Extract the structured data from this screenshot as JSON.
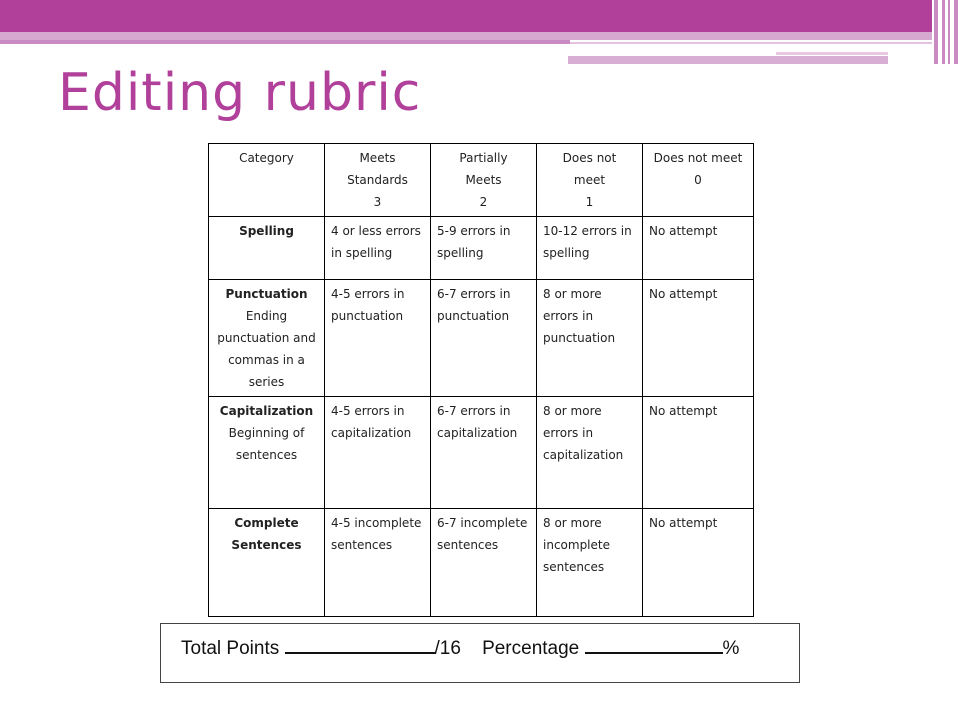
{
  "slide": {
    "title": "Editing rubric",
    "colors": {
      "accent": "#b0409a",
      "accent_light": "#d6a9d0"
    }
  },
  "rubric": {
    "headers": [
      {
        "lines": [
          "Category"
        ]
      },
      {
        "lines": [
          "Meets",
          "Standards",
          "3"
        ]
      },
      {
        "lines": [
          "Partially",
          "Meets",
          "2"
        ]
      },
      {
        "lines": [
          "Does not",
          "meet",
          "1"
        ]
      },
      {
        "lines": [
          "Does not meet",
          "0"
        ]
      }
    ],
    "rows": [
      {
        "category": "Spelling",
        "description": "",
        "cells": [
          "4 or less errors in spelling",
          "5-9  errors in spelling",
          "10-12 errors in spelling",
          "No attempt"
        ]
      },
      {
        "category": "Punctuation",
        "description": "Ending punctuation and commas in a series",
        "cells": [
          "4-5 errors in punctuation",
          "6-7 errors in punctuation",
          "8 or more errors in punctuation",
          "No attempt"
        ]
      },
      {
        "category": "Capitalization",
        "description": "Beginning of sentences",
        "cells": [
          "4-5 errors in capitalization",
          "6-7 errors in capitalization",
          "8 or more errors in capitalization",
          "No attempt"
        ]
      },
      {
        "category": "Complete Sentences",
        "description": "",
        "cells": [
          "4-5 incomplete sentences",
          "6-7 incomplete sentences",
          "8 or more incomplete sentences",
          "No attempt"
        ]
      }
    ]
  },
  "totals": {
    "total_label": "Total Points",
    "total_suffix": "/16",
    "percentage_label": "Percentage",
    "percentage_suffix": "%"
  }
}
